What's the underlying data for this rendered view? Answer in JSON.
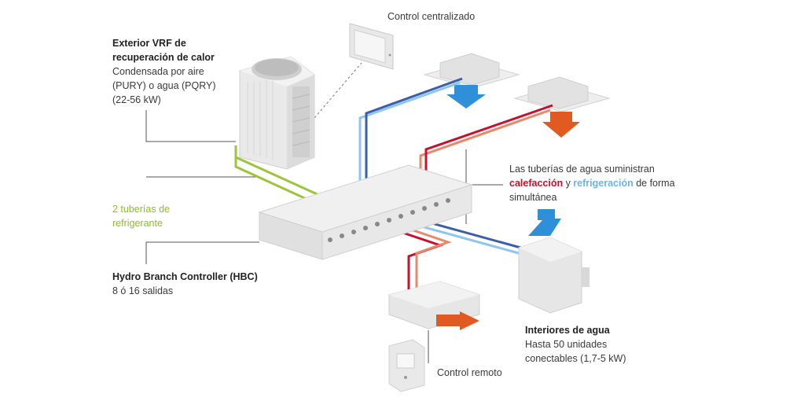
{
  "colors": {
    "refrigerant": "#9cc53b",
    "hot": "#c8102e",
    "hot_light": "#e8896a",
    "cold": "#3a5fa8",
    "cold_light": "#8cc6ee",
    "unit_gray": "#e6e6e6",
    "arrow_blue": "#2f8fd8",
    "arrow_orange": "#e05a22"
  },
  "labels": {
    "exterior": {
      "line1": "Exterior VRF de",
      "line2": "recuperación de calor",
      "line3": "Condensada por aire",
      "line4": "(PURY) o agua (PQRY)",
      "line5": "(22-56 kW)"
    },
    "refrigerant": {
      "line1": "2 tuberías de",
      "line2": "refrigerante"
    },
    "hbc": {
      "line1": "Hydro Branch Controller (HBC)",
      "line2": "8 ó 16 salidas"
    },
    "central_control": "Control centralizado",
    "water_pipes": {
      "line1": "Las tuberías de agua suministran",
      "heating": "calefacción",
      "and": " y ",
      "cooling": "refrigeración",
      "rest": " de forma",
      "line3": "simultánea"
    },
    "indoor": {
      "line1": "Interiores de agua",
      "line2": "Hasta 50 unidades",
      "line3": "conectables (1,7-5 kW)"
    },
    "remote": "Control remoto"
  },
  "icons": [
    "outdoor-unit-icon",
    "central-controller-icon",
    "ceiling-cassette-cool-icon",
    "ceiling-cassette-heat-icon",
    "hbc-box-icon",
    "floor-unit-icon",
    "wall-unit-icon",
    "remote-controller-icon"
  ]
}
